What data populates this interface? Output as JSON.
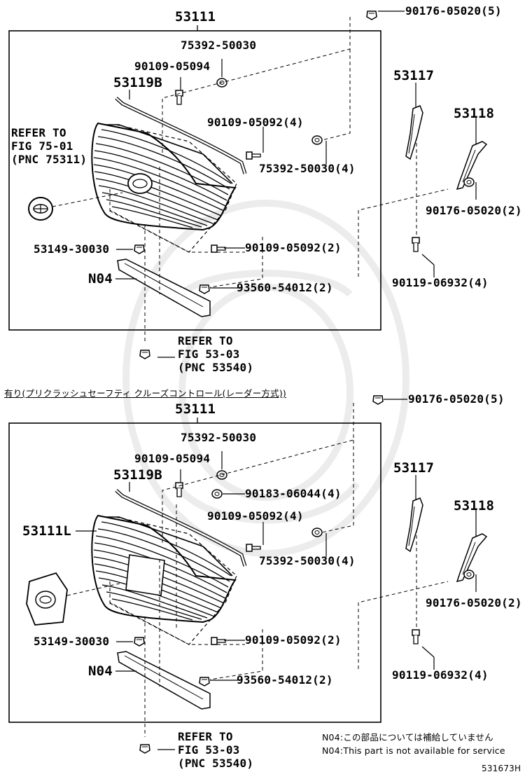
{
  "colors": {
    "ink": "#000000",
    "paper": "#ffffff",
    "watermark": "#e9e9e9"
  },
  "watermark_icon": "lion-crest-watermark",
  "panel_top": {
    "title": "53111",
    "labels": {
      "p90176_top": "90176-05020(5)",
      "p75392_a": "75392-50030",
      "p90109_05094": "90109-05094",
      "p53119B": "53119B",
      "p90109_05092_4": "90109-05092(4)",
      "p75392_b": "75392-50030(4)",
      "refer_75": [
        "REFER TO",
        "FIG 75-01",
        "(PNC 75311)"
      ],
      "p53149": "53149-30030",
      "p90109_05092_2": "90109-05092(2)",
      "pN04": "N04",
      "p93560": "93560-54012(2)",
      "refer_53": [
        "REFER TO",
        "FIG 53-03",
        "(PNC 53540)"
      ],
      "p53117": "53117",
      "p53118": "53118",
      "p90176_side": "90176-05020(2)",
      "p90119": "90119-06932(4)"
    }
  },
  "panel_bottom": {
    "caption": "有り(プリクラッシュセーフティ クルーズコントロール(レーダー方式))",
    "title": "53111",
    "labels": {
      "p90176_top": "90176-05020(5)",
      "p75392_a": "75392-50030",
      "p90109_05094": "90109-05094",
      "p53119B": "53119B",
      "p90183": "90183-06044(4)",
      "p90109_05092_4": "90109-05092(4)",
      "p53111L": "53111L",
      "p75392_b": "75392-50030(4)",
      "p53149": "53149-30030",
      "p90109_05092_2": "90109-05092(2)",
      "pN04": "N04",
      "p93560": "93560-54012(2)",
      "refer_53": [
        "REFER TO",
        "FIG 53-03",
        "(PNC 53540)"
      ],
      "p53117": "53117",
      "p53118": "53118",
      "p90176_side": "90176-05020(2)",
      "p90119": "90119-06932(4)"
    }
  },
  "notes": {
    "jp": "N04:この部品については補給していません",
    "en": "N04:This part is not available for service",
    "code": "531673H"
  }
}
